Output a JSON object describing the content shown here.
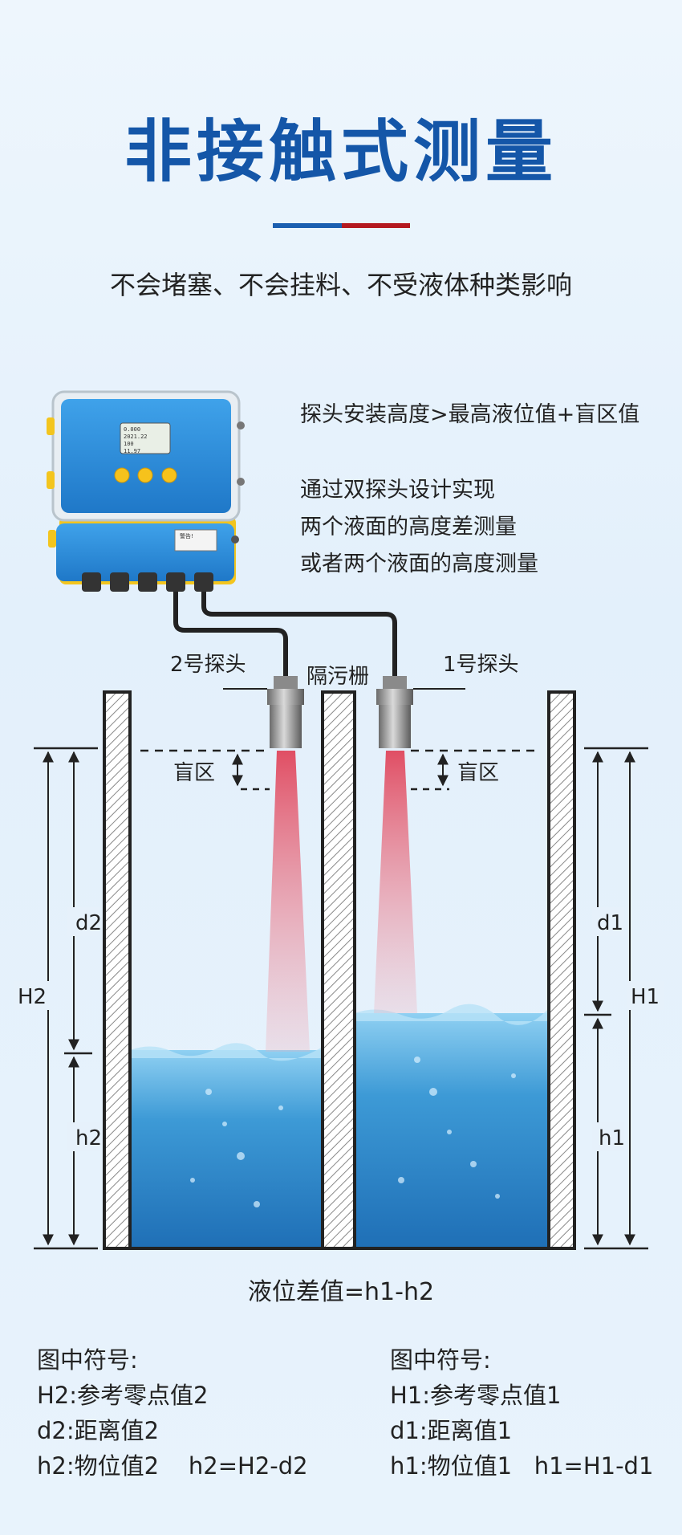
{
  "title": "非接触式测量",
  "subtitle": "不会堵塞、不会挂料、不受液体种类影响",
  "notes": {
    "install": "探头安装高度>最高液位值+盲区值",
    "line1": "通过双探头设计实现",
    "line2": "两个液面的高度差测量",
    "line3": "或者两个液面的高度测量"
  },
  "device": {
    "screen_rows": [
      "0.000",
      "2021.22",
      "100",
      "11.97"
    ],
    "label_text": "警告!"
  },
  "diagram_labels": {
    "probe2": "2号探头",
    "probe1": "1号探头",
    "grid": "隔污栅",
    "blind_left": "盲区",
    "blind_right": "盲区",
    "H2": "H2",
    "d2": "d2",
    "h2": "h2",
    "H1": "H1",
    "d1": "d1",
    "h1": "h1"
  },
  "formula": "液位差值=h1-h2",
  "legend_left": {
    "heading": "图中符号:",
    "items": [
      "H2:参考零点值2",
      "d2:距离值2",
      "h2:物位值2    h2=H2-d2"
    ]
  },
  "legend_right": {
    "heading": "图中符号:",
    "items": [
      "H1:参考零点值1",
      "d1:距离值1",
      "h1:物位值1   h1=H1-d1"
    ]
  },
  "colors": {
    "title": "#1456a8",
    "accent_blue": "#1b5fb0",
    "accent_red": "#b4191f",
    "device_blue": "#2f8fdc",
    "device_yellow": "#f3c51e",
    "beam": "#e5566a",
    "water": "#2f8fd0"
  }
}
